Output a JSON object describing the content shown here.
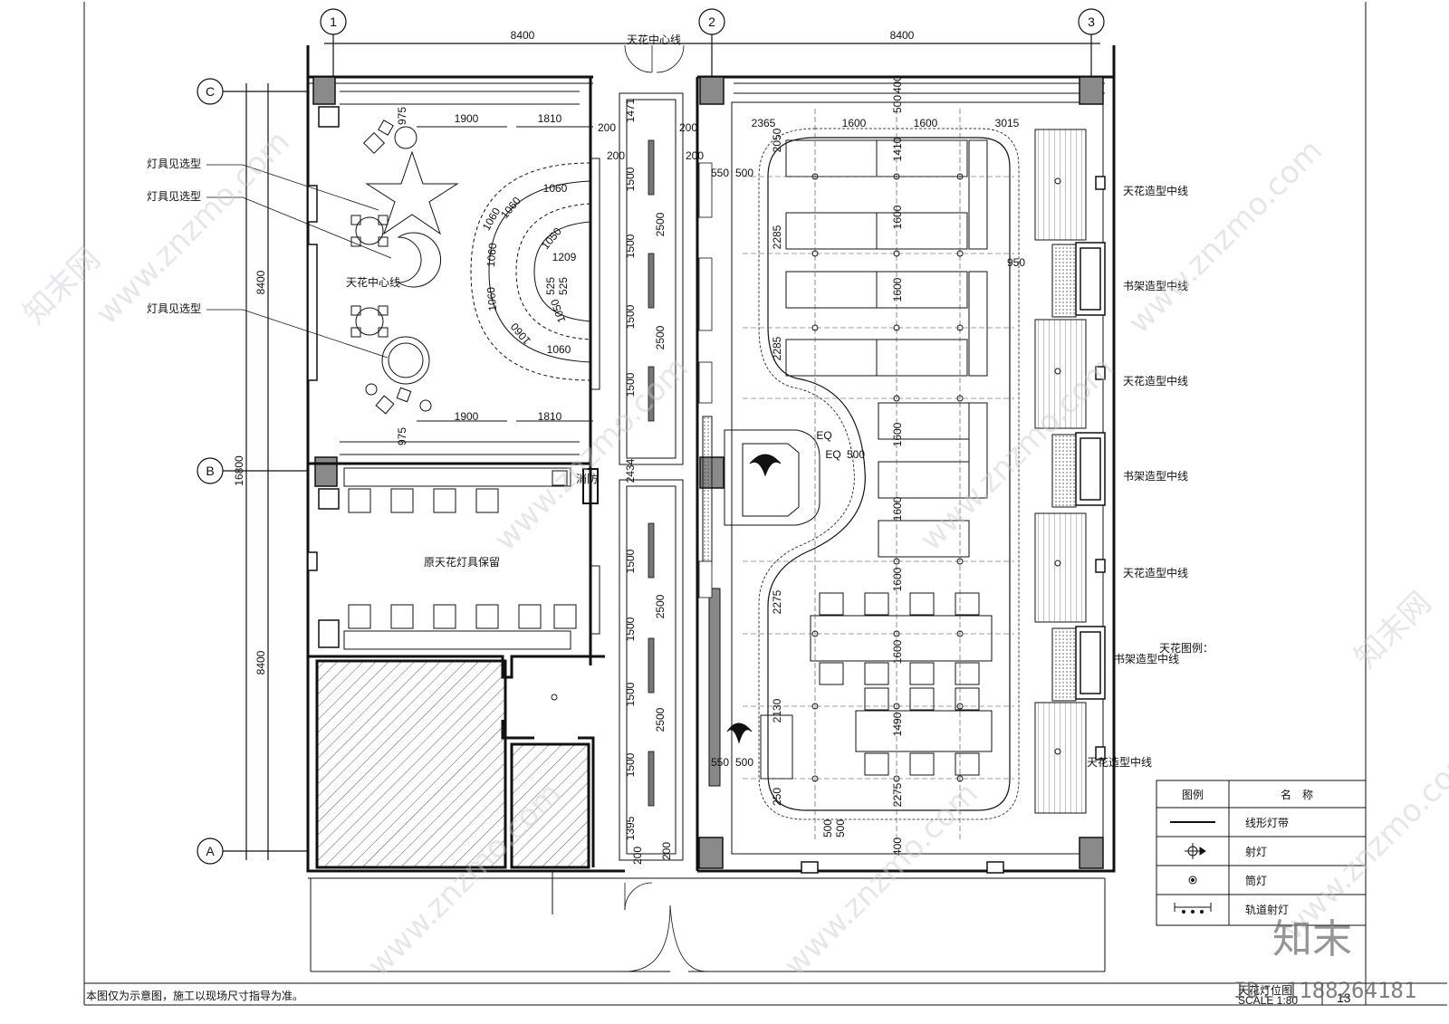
{
  "grid": {
    "cols": [
      "1",
      "2",
      "3"
    ],
    "rows": [
      "C",
      "B",
      "A"
    ],
    "top_spans": [
      "8400",
      "8400"
    ],
    "left_spans": [
      "8400",
      "8400"
    ],
    "total": "16800"
  },
  "labels": {
    "ceiling_center_top": "天花中心线",
    "ceiling_center_left": "天花中心线",
    "fixture_note_1": "灯具见选型",
    "fixture_note_2": "灯具见选型",
    "fixture_note_3": "灯具见选型",
    "keep_original": "原天花灯具保留",
    "ceiling_shape_cl_1": "天花造型中线",
    "bookshelf_cl_1": "书架造型中线",
    "ceiling_shape_cl_2": "天花造型中线",
    "bookshelf_cl_2": "书架造型中线",
    "ceiling_shape_cl_3": "天花造型中线",
    "bookshelf_cl_3": "书架造型中线",
    "ceiling_shape_cl_4": "天花造型中线",
    "ceiling_legend_title": "天花图例：",
    "small_room": "消防",
    "footer_note": "本图仅为示意图，施工以现场尺寸指导为准。",
    "drawing_title": "天花灯位图",
    "scale": "SCALE  1:80",
    "sheet_no": "13"
  },
  "dimensions": {
    "left_room": [
      "975",
      "1900",
      "1810",
      "1900",
      "1810",
      "975",
      "200",
      "200",
      "1060",
      "1060",
      "1060",
      "1060",
      "1060",
      "1060",
      "1060",
      "1050",
      "1209",
      "525",
      "525",
      "1050"
    ],
    "corridor": [
      "1471",
      "1500",
      "2500",
      "1500",
      "1500",
      "2500",
      "1500",
      "2434",
      "1500",
      "2500",
      "1500",
      "1500",
      "2500",
      "1500",
      "1395",
      "200",
      "200",
      "200",
      "200"
    ],
    "right_room": [
      "2365",
      "1600",
      "1600",
      "3015",
      "500",
      "400",
      "2050",
      "1410",
      "1600",
      "1600",
      "1600",
      "1600",
      "1600",
      "1600",
      "1490",
      "2275",
      "2285",
      "2285",
      "2275",
      "2130",
      "250",
      "950",
      "EQ",
      "EQ",
      "500",
      "550",
      "500",
      "550",
      "500",
      "500",
      "500",
      "400"
    ]
  },
  "legend": {
    "header_symbol": "图例",
    "header_name": "名　称",
    "rows": [
      {
        "icon": "linear-light-icon",
        "name": "线形灯带"
      },
      {
        "icon": "spotlight-icon",
        "name": "射灯"
      },
      {
        "icon": "downlight-icon",
        "name": "筒灯"
      },
      {
        "icon": "track-light-icon",
        "name": "轨道射灯"
      }
    ]
  },
  "watermark": {
    "site": "www.znzmo.com",
    "site_cn": "知末网",
    "brand": "知末",
    "id": "ID: 1188264181"
  },
  "colors": {
    "line": "#111111",
    "column": "#8a8a8a",
    "watermark": "#c9ccd2"
  }
}
